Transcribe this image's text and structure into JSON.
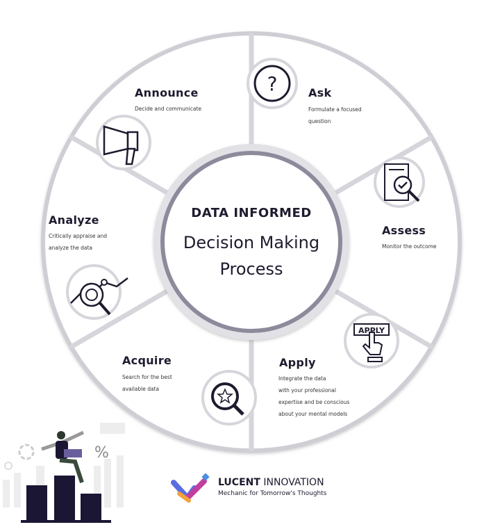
{
  "center": {
    "title": "DATA INFORMED",
    "line1": "Decision Making",
    "line2": "Process"
  },
  "segments": [
    {
      "title": "Ask",
      "desc1": "Formulate a focused",
      "desc2": "question",
      "icon": "question-icon"
    },
    {
      "title": "Assess",
      "desc1": "Monitor the outcome",
      "icon": "document-check-icon"
    },
    {
      "title": "Apply",
      "desc1": "Integrate the data",
      "desc2": "with your professional",
      "desc3": "expertise and be conscious",
      "desc4": "about your mental models",
      "icon": "apply-button-icon",
      "icon_label": "APPLY"
    },
    {
      "title": "Acquire",
      "desc1": "Search for the best",
      "desc2": "available data",
      "icon": "search-star-icon"
    },
    {
      "title": "Analyze",
      "desc1": "Critically appraise and",
      "desc2": "analyze the data",
      "icon": "analytics-icon"
    },
    {
      "title": "Announce",
      "desc1": "Decide and communicate",
      "icon": "megaphone-icon"
    }
  ],
  "brand": {
    "name_bold": "LUCENT",
    "name_rest": " INNOVATION",
    "tagline": "Mechanic for Tomorrow's Thoughts"
  },
  "illustration": {
    "percent": "%"
  },
  "colors": {
    "ink": "#1d1b2e",
    "ring": "#8d8a9c",
    "outline": "#c9c8cf"
  }
}
